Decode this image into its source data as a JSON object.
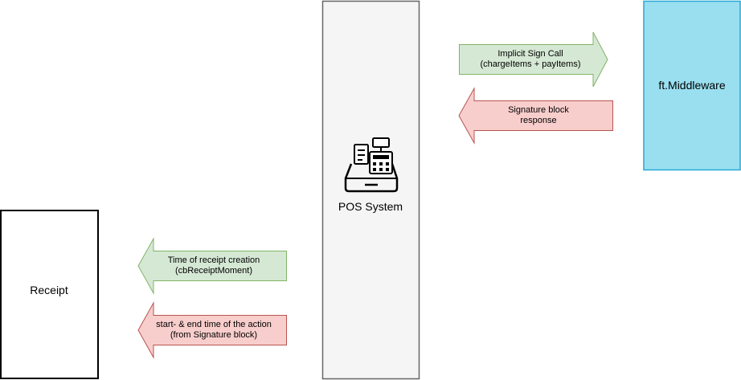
{
  "colors": {
    "pos_fill": "#f5f5f5",
    "pos_stroke": "#666666",
    "middleware_fill": "#99dff0",
    "middleware_stroke": "#28a8d4",
    "receipt_fill": "#ffffff",
    "receipt_stroke": "#000000",
    "green_fill": "#d5e8d4",
    "green_stroke": "#82b366",
    "red_fill": "#f8cecc",
    "red_stroke": "#b85450",
    "icon": "#000000"
  },
  "nodes": {
    "pos_system": {
      "label": "POS System",
      "icon": "cash-register-icon"
    },
    "middleware": {
      "label": "ft.Middleware"
    },
    "receipt": {
      "label": "Receipt"
    }
  },
  "arrows": {
    "implicit_sign_call": {
      "line1": "Implicit Sign Call",
      "line2": "(chargeItems + payItems)"
    },
    "signature_response": {
      "line1": "Signature block",
      "line2": "response"
    },
    "receipt_creation": {
      "line1": "Time of receipt creation",
      "line2": "(cbReceiptMoment)"
    },
    "action_time": {
      "line1": "start- & end time of the action",
      "line2": "(from Signature block)"
    }
  }
}
